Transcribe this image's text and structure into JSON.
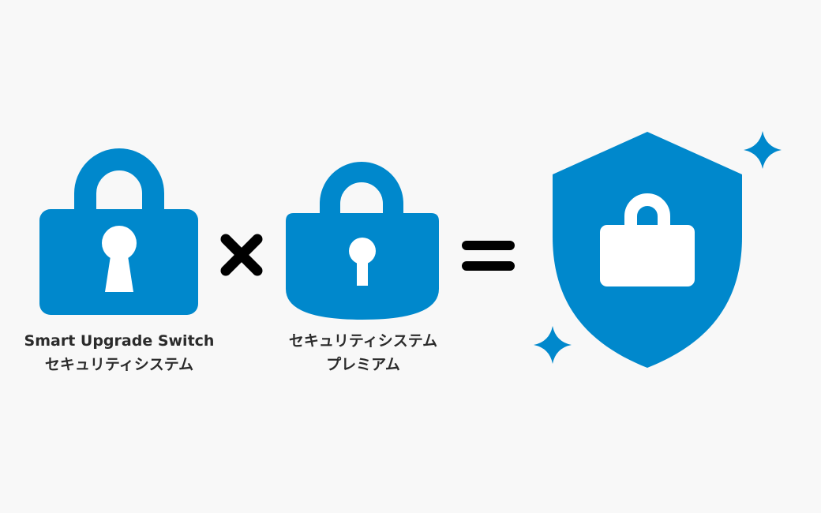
{
  "colors": {
    "accent": "#0088cc",
    "operator": "#000000",
    "background": "#f8f8f8",
    "text": "#2b2b2b"
  },
  "icons": {
    "padlock_left": "padlock-keyhole-icon",
    "multiply": "multiply-icon",
    "padlock_mid": "padlock-rounded-icon",
    "equals": "equals-icon",
    "shield": "shield-lock-icon",
    "sparkles": "sparkle-icon"
  },
  "left_caption": {
    "line1": "Smart Upgrade Switch",
    "line2": "セキュリティシステム"
  },
  "middle_caption": {
    "line1": "セキュリティシステム",
    "line2": "プレミアム"
  }
}
